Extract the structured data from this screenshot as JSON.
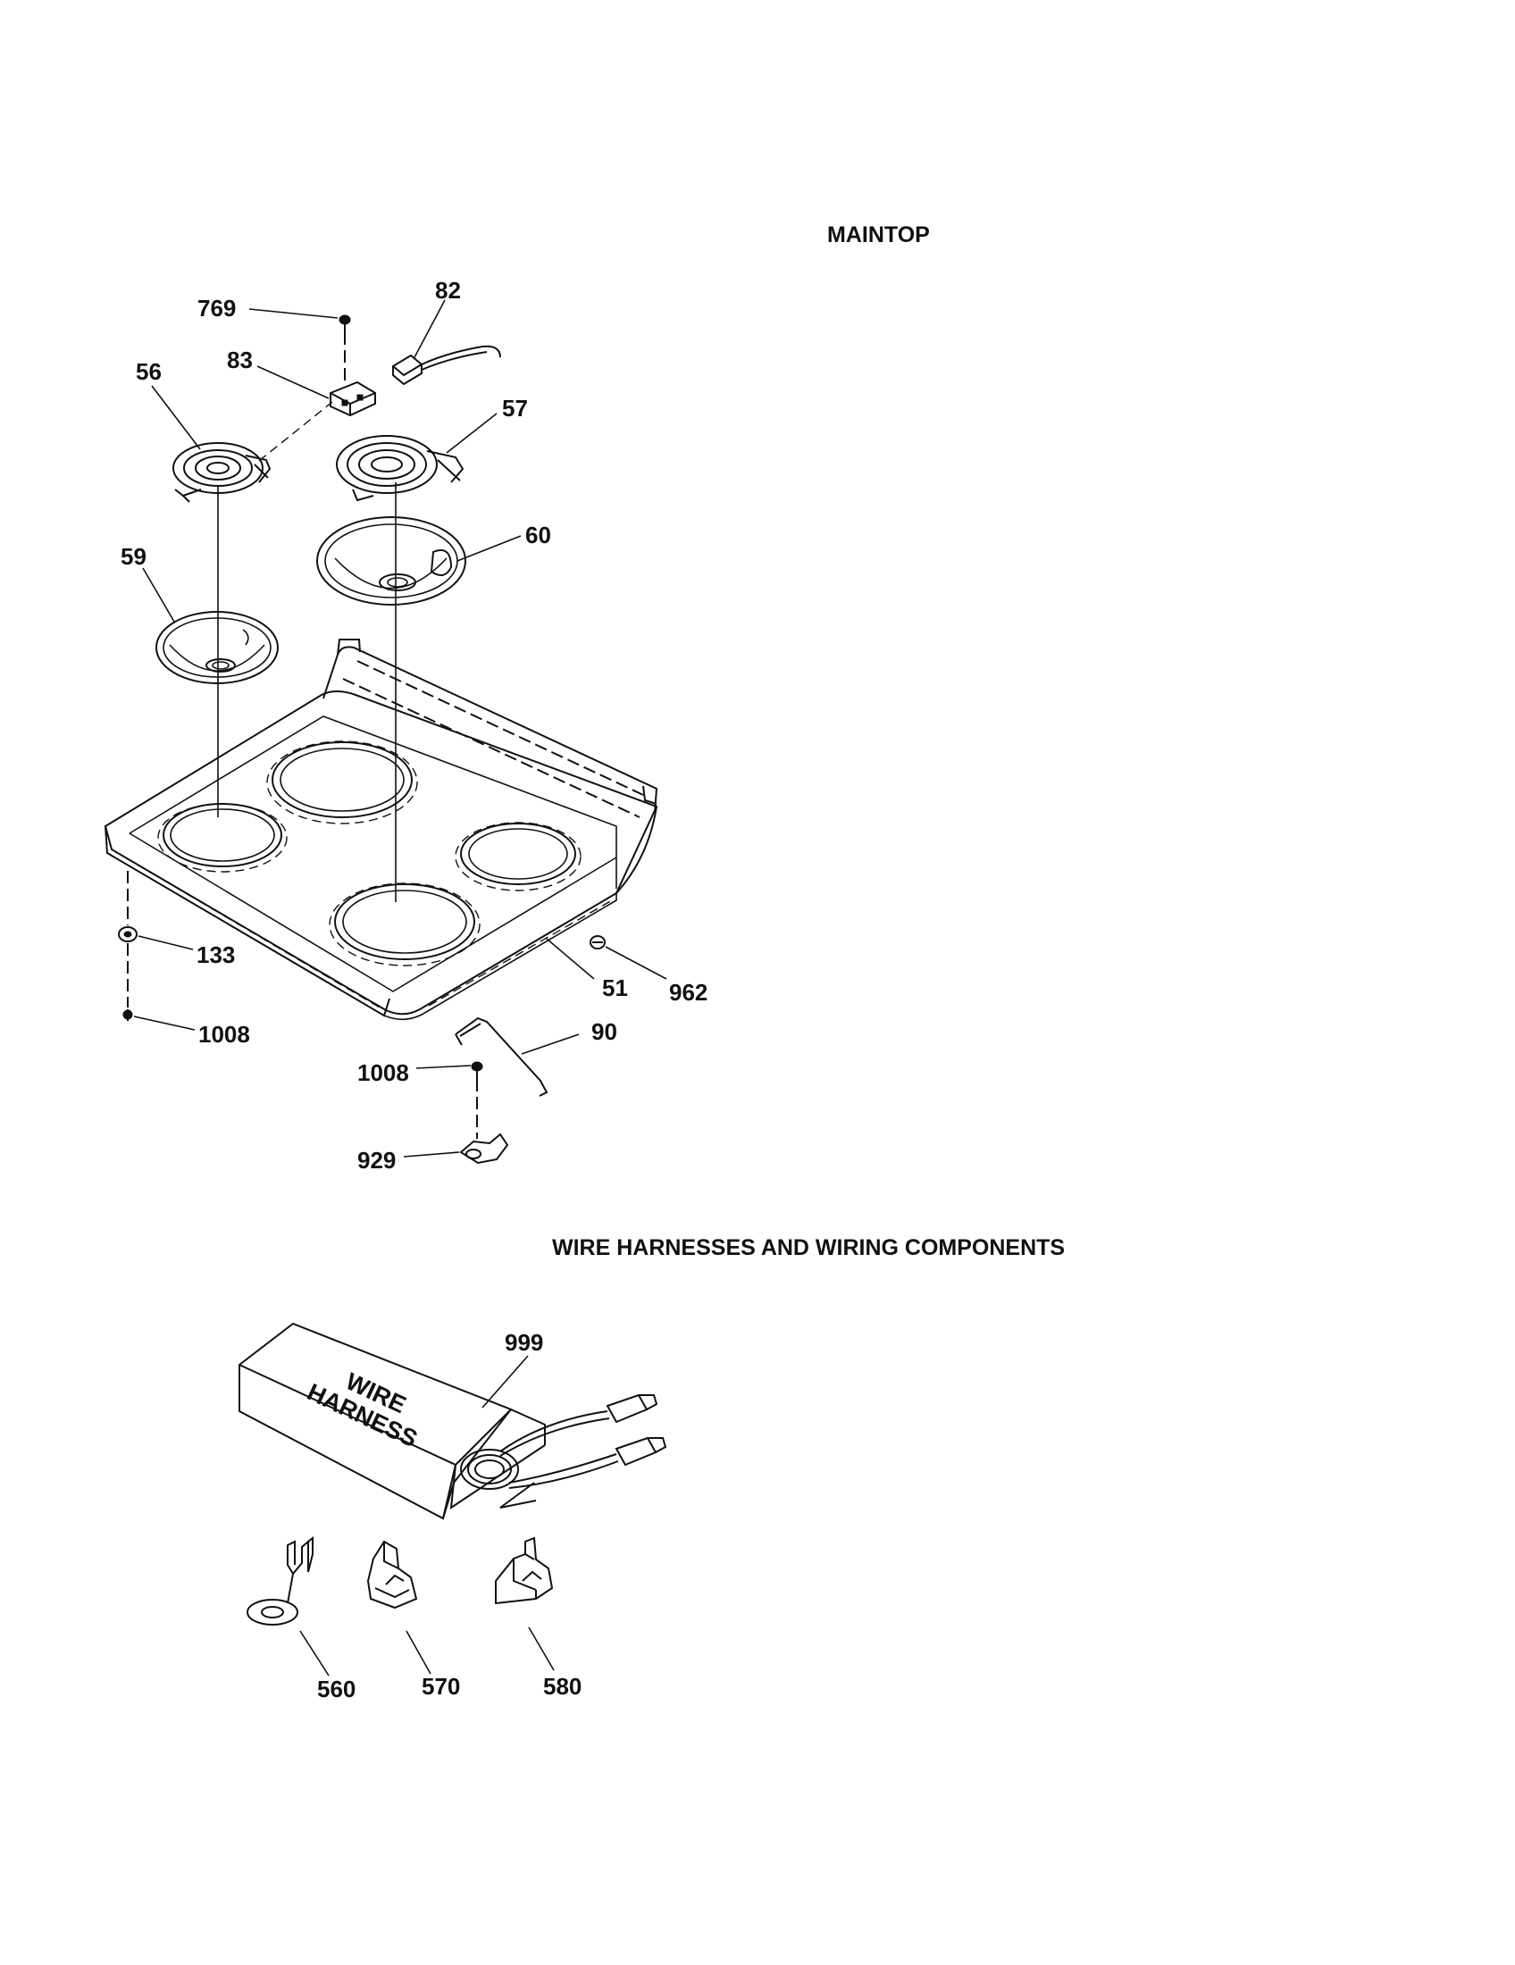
{
  "sections": {
    "maintop_title": "MAINTOP",
    "wiring_title": "WIRE HARNESSES AND WIRING COMPONENTS"
  },
  "maintop_labels": {
    "p769": "769",
    "p82": "82",
    "p83": "83",
    "p56": "56",
    "p57": "57",
    "p59": "59",
    "p60": "60",
    "p133": "133",
    "p1008a": "1008",
    "p51": "51",
    "p962": "962",
    "p90": "90",
    "p1008b": "1008",
    "p929": "929"
  },
  "wiring_labels": {
    "p999": "999",
    "p560": "560",
    "p570": "570",
    "p580": "580"
  },
  "harness_box": {
    "line1": "WIRE",
    "line2": "HARNESS"
  }
}
